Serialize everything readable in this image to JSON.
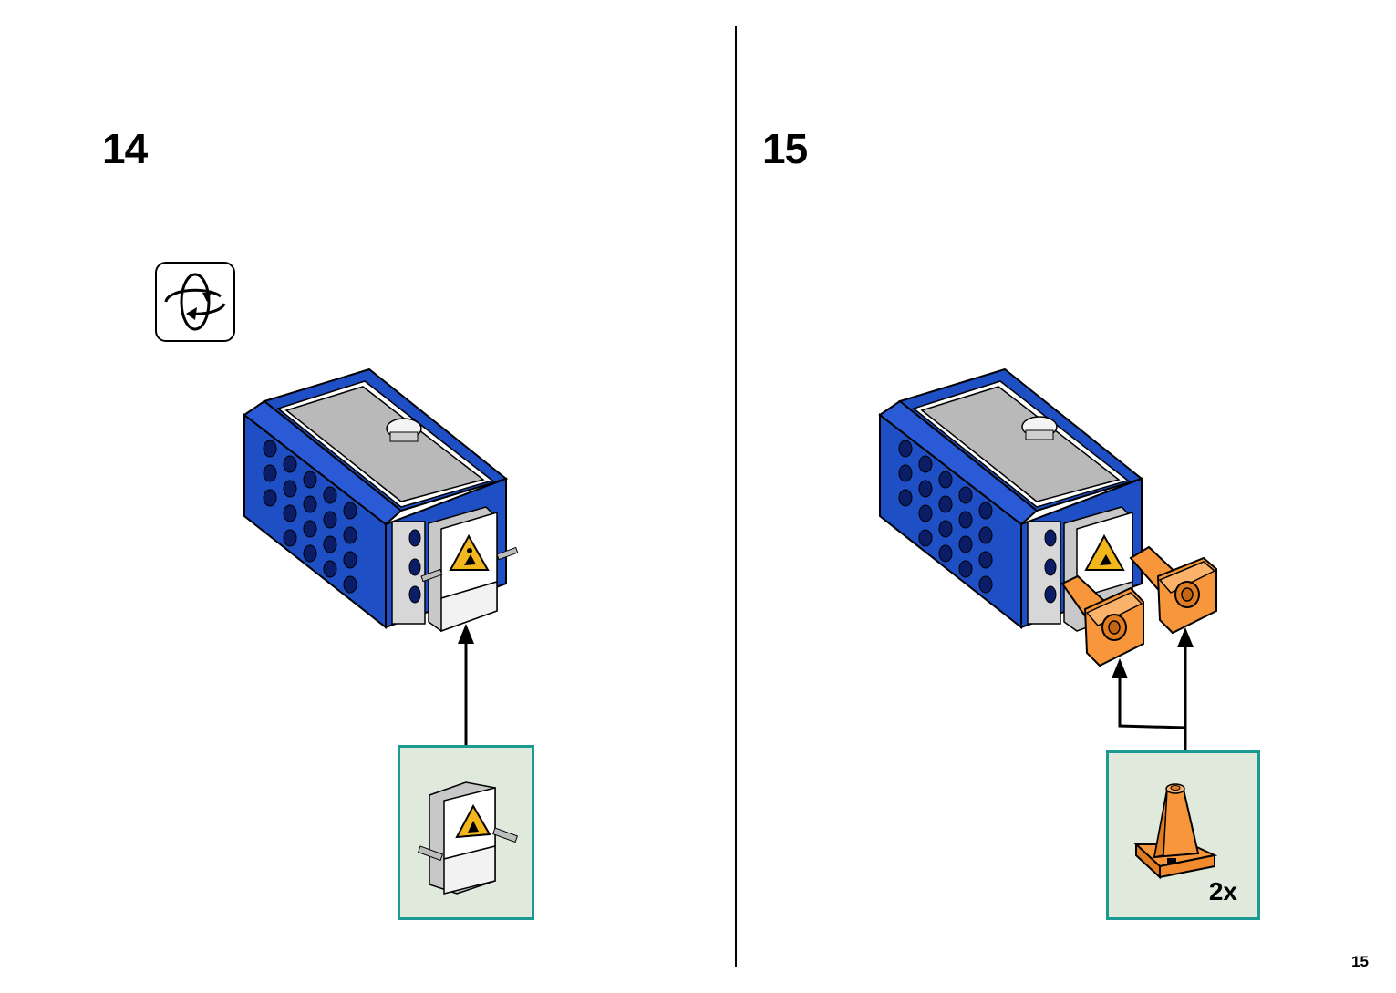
{
  "steps": [
    {
      "number": "14",
      "part_quantity": ""
    },
    {
      "number": "15",
      "part_quantity": "2x"
    }
  ],
  "page_number": "15",
  "colors": {
    "brick_blue": "#1f4fc4",
    "stud_dark": "#0b1d66",
    "plate_grey": "#b9b9b9",
    "cone_orange": "#f7963a",
    "callout_bg": "#dfe9dc",
    "callout_border": "#1a9a92",
    "sign_yellow": "#f2b71c"
  },
  "icons": [
    "rotate-model-icon",
    "arrow-up-icon",
    "construction-sign-icon",
    "traffic-cone-icon"
  ]
}
